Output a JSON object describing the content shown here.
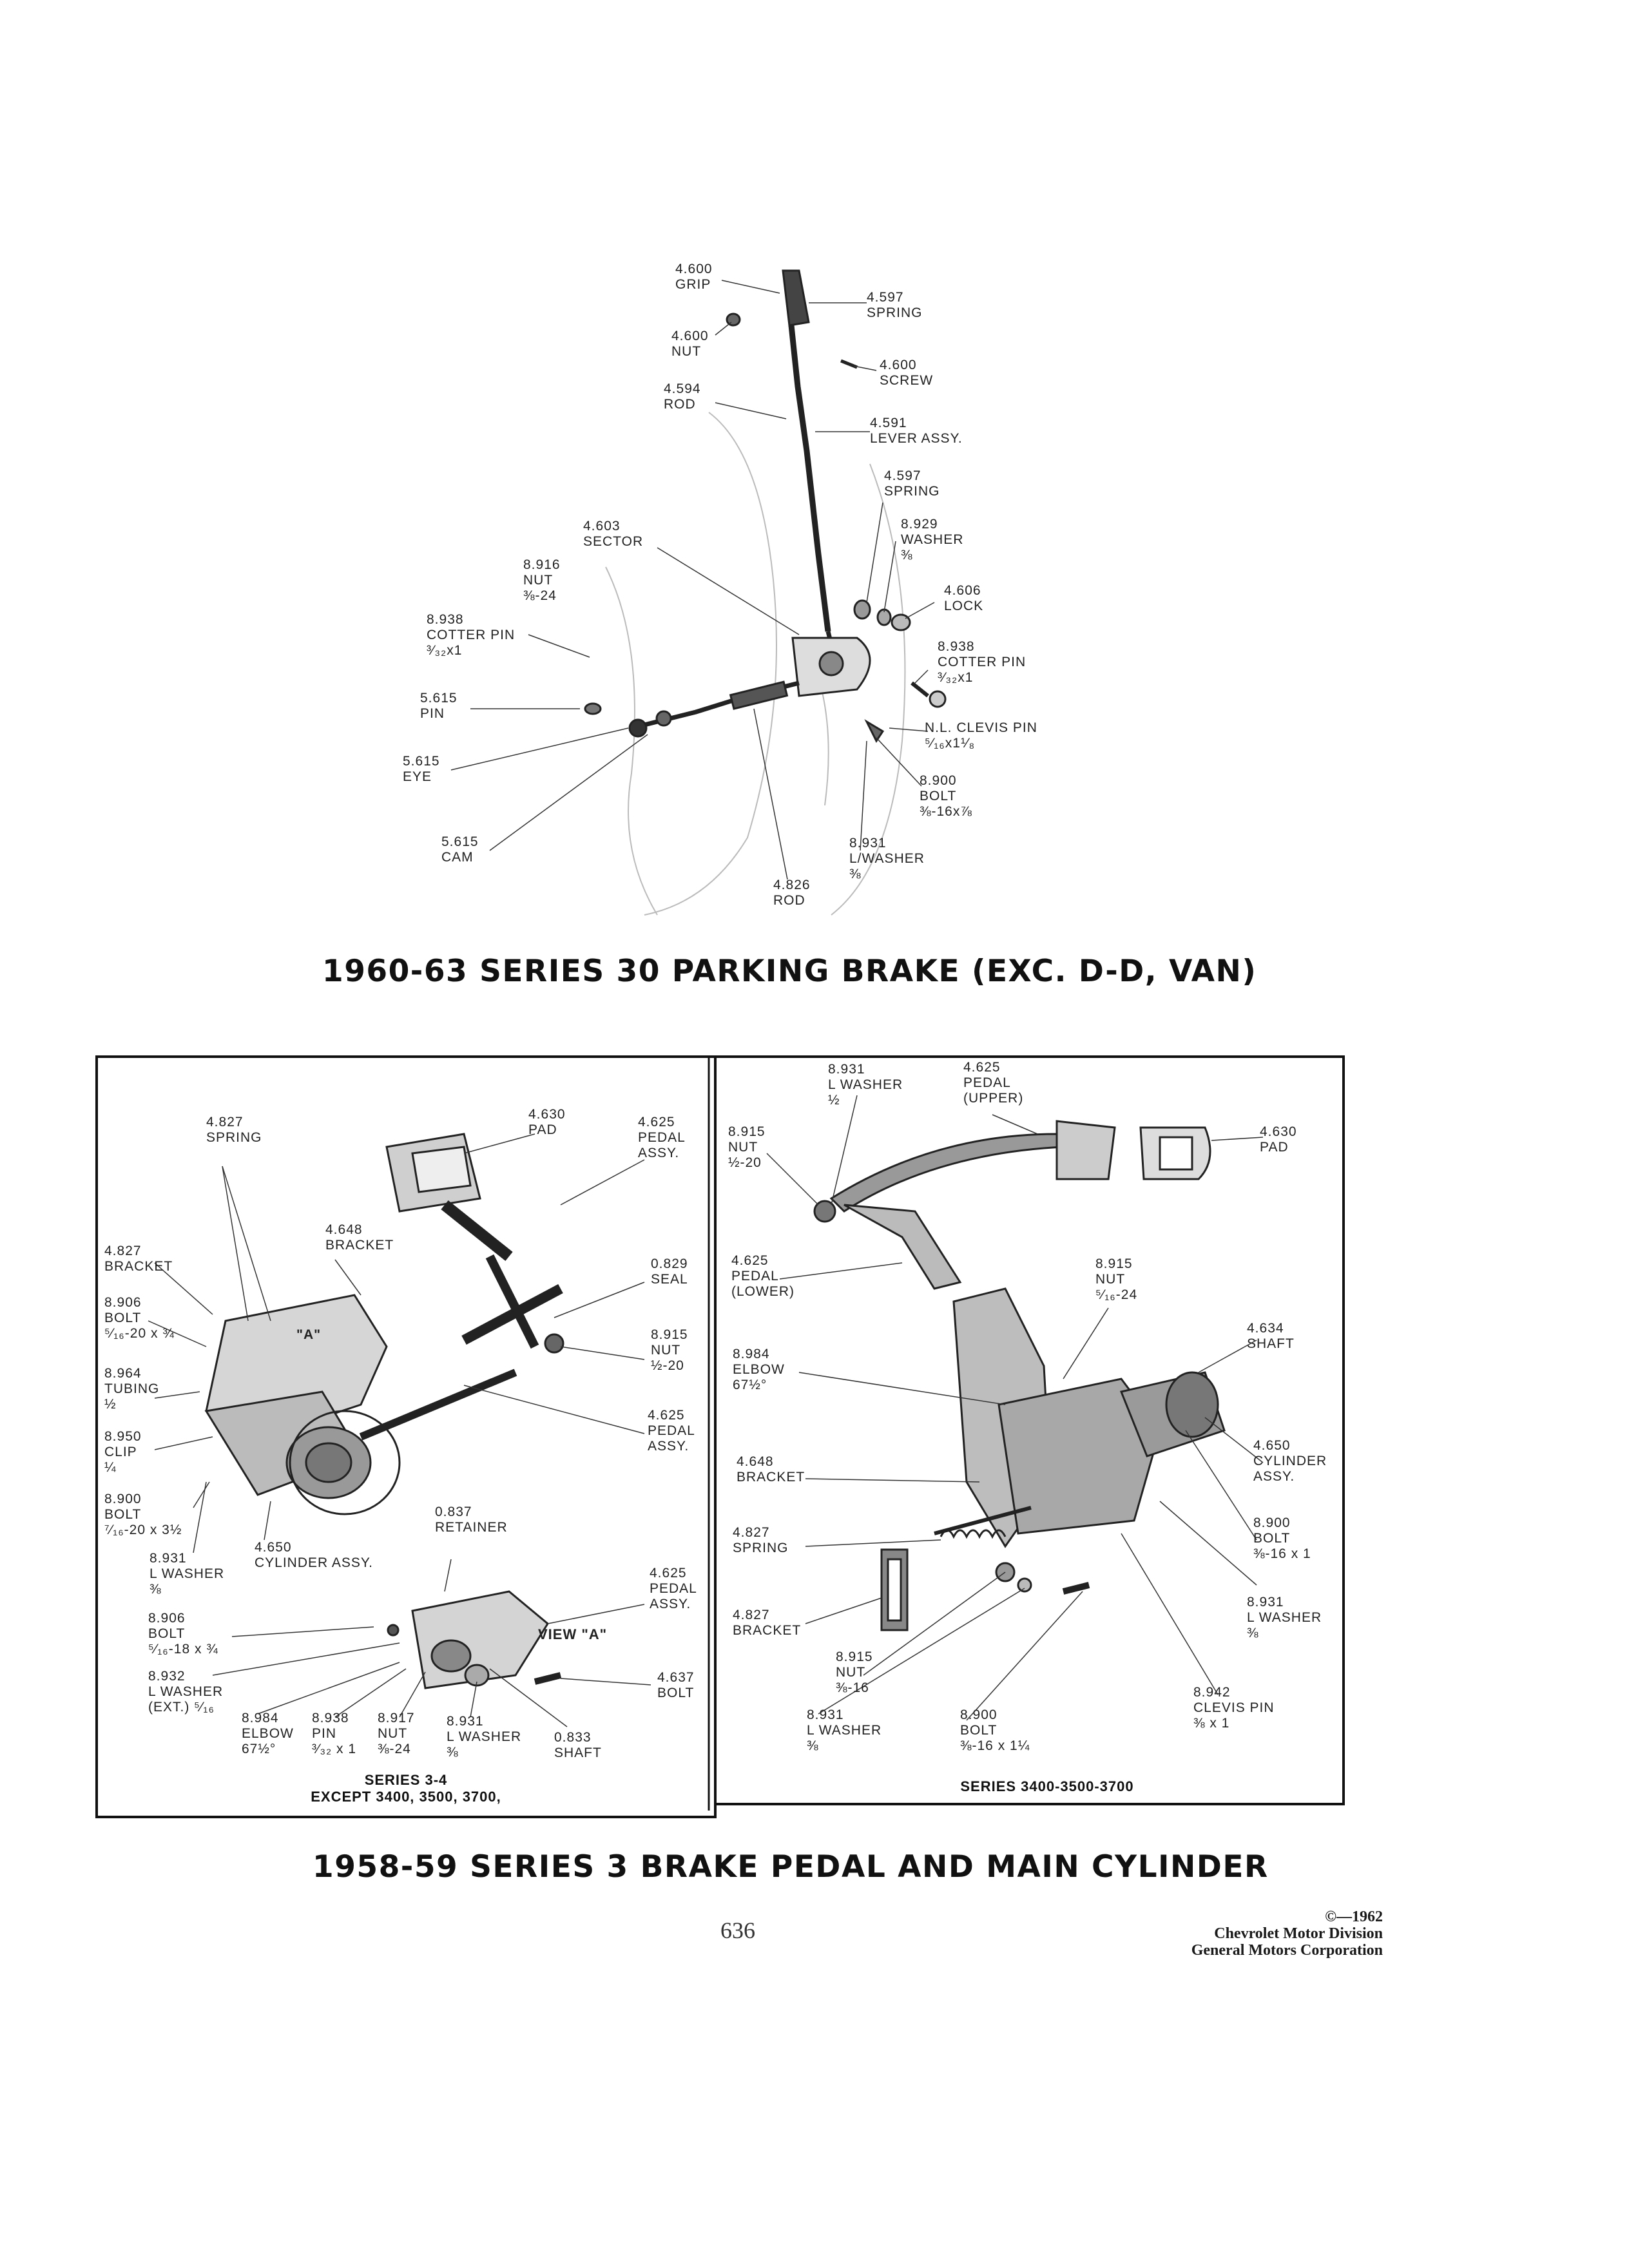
{
  "parking_brake": {
    "title": "1960-63 SERIES 30 PARKING BRAKE (EXC. D-D, VAN)",
    "labels": {
      "grip": "4.600\nGRIP",
      "spring_top": "4.597\nSPRING",
      "nut": "4.600\nNUT",
      "screw": "4.600\nSCREW",
      "rod_upper": "4.594\nROD",
      "lever_assy": "4.591\nLEVER ASSY.",
      "spring_mid": "4.597\nSPRING",
      "sector": "4.603\nSECTOR",
      "washer": "8.929\nWASHER\n⅜",
      "nut_small": "8.916\nNUT\n⅜-24",
      "lock": "4.606\nLOCK",
      "cotter_pin_left": "8.938\nCOTTER PIN\n³⁄₃₂x1",
      "cotter_pin_right": "8.938\nCOTTER PIN\n³⁄₃₂x1",
      "pin": "5.615\nPIN",
      "clevis_pin": "N.L. CLEVIS PIN\n⁵⁄₁₆x1¹⁄₈",
      "eye": "5.615\nEYE",
      "bolt": "8.900\nBOLT\n⅜-16x⅞",
      "cam": "5.615\nCAM",
      "lwasher": "8.931\nL/WASHER\n⅜",
      "rod_lower": "4.826\nROD"
    }
  },
  "brake_pedal": {
    "title": "1958-59 SERIES 3 BRAKE PEDAL AND MAIN CYLINDER",
    "left_panel": {
      "caption": "SERIES 3-4\nEXCEPT 3400, 3500, 3700,",
      "view_label": "VIEW \"A\"",
      "a_marker": "\"A\"",
      "labels": {
        "spring": "4.827\nSPRING",
        "pad": "4.630\nPAD",
        "pedal_assy_top": "4.625\nPEDAL\nASSY.",
        "bracket_left": "4.827\nBRACKET",
        "bracket": "4.648\nBRACKET",
        "seal": "0.829\nSEAL",
        "bolt_top": "8.906\nBOLT\n⁵⁄₁₆-20 x ¾",
        "nut": "8.915\nNUT\n½-20",
        "tubing": "8.964\nTUBING\n½",
        "clip": "8.950\nCLIP\n¼",
        "pedal_assy_mid": "4.625\nPEDAL\nASSY.",
        "bolt_mid": "8.900\nBOLT\n⁷⁄₁₆-20 x 3½",
        "retainer": "0.837\nRETAINER",
        "lwasher_left": "8.931\nL WASHER\n⅜",
        "cylinder_assy": "4.650\nCYLINDER ASSY.",
        "pedal_assy_low": "4.625\nPEDAL\nASSY.",
        "bolt_lower": "8.906\nBOLT\n⁵⁄₁₆-18 x ¾",
        "lwasher_ext": "8.932\nL WASHER\n(EXT.) ⁵⁄₁₆",
        "bolt_right": "4.637\nBOLT",
        "elbow": "8.984\nELBOW\n67½°",
        "pin": "8.938\nPIN\n³⁄₃₂ x 1",
        "nut_bottom": "8.917\nNUT\n⅜-24",
        "lwasher_bottom": "8.931\nL WASHER\n⅜",
        "shaft": "0.833\nSHAFT"
      }
    },
    "right_panel": {
      "caption": "SERIES 3400-3500-3700",
      "labels": {
        "lwasher_top": "8.931\nL WASHER\n½",
        "pedal_upper": "4.625\nPEDAL\n(UPPER)",
        "nut_top": "8.915\nNUT\n½-20",
        "pad": "4.630\nPAD",
        "pedal_lower": "4.625\nPEDAL\n(LOWER)",
        "nut_mid": "8.915\nNUT\n⁵⁄₁₆-24",
        "shaft": "4.634\nSHAFT",
        "elbow": "8.984\nELBOW\n67½°",
        "cylinder_assy": "4.650\nCYLINDER\nASSY.",
        "bracket": "4.648\nBRACKET",
        "spring": "4.827\nSPRING",
        "bolt_right": "8.900\nBOLT\n⅜-16 x 1",
        "lwasher_right": "8.931\nL WASHER\n⅜",
        "bracket_low": "4.827\nBRACKET",
        "nut_low": "8.915\nNUT\n⅜-16",
        "clevis_pin": "8.942\nCLEVIS PIN\n⅜ x 1",
        "lwasher_low": "8.931\nL WASHER\n⅜",
        "bolt_low": "8.900\nBOLT\n⅜-16 x 1¼"
      }
    }
  },
  "footer": {
    "page_number": "636",
    "copyright": "©—1962",
    "division": "Chevrolet Motor Division",
    "corporation": "General Motors Corporation"
  }
}
